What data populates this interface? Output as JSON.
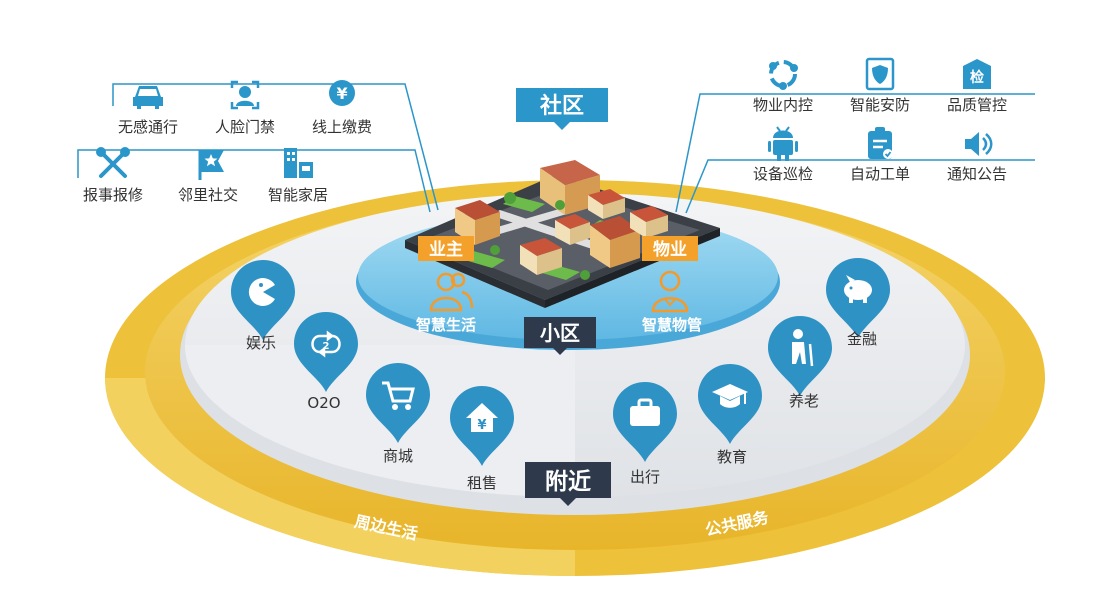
{
  "colors": {
    "accent_blue": "#2b96c9",
    "pin_blue": "#2f92c5",
    "gold": "#eec13a",
    "gold_dark": "#e2ad1c",
    "orange": "#f39a2b",
    "dark_tag": "#2e3a4b",
    "light_blue_disk": "#8fd2ef",
    "grey_disk": "#e7e9ec"
  },
  "tags": {
    "community": "社区",
    "xiaoqu": "小区",
    "nearby": "附近",
    "owner": "业主",
    "property": "物业",
    "smart_life": "智慧生活",
    "smart_property": "智慧物管"
  },
  "ring": {
    "left": "周边生活",
    "right": "公共服务"
  },
  "owner_services": [
    {
      "label": "无感通行",
      "icon": "car-icon"
    },
    {
      "label": "人脸门禁",
      "icon": "face-scan-icon"
    },
    {
      "label": "线上缴费",
      "icon": "yuan-pay-icon"
    },
    {
      "label": "报事报修",
      "icon": "tools-icon"
    },
    {
      "label": "邻里社交",
      "icon": "flag-star-icon"
    },
    {
      "label": "智能家居",
      "icon": "smart-home-icon"
    }
  ],
  "property_services": [
    {
      "label": "物业内控",
      "icon": "network-icon"
    },
    {
      "label": "智能安防",
      "icon": "security-icon"
    },
    {
      "label": "品质管控",
      "icon": "inspect-icon"
    },
    {
      "label": "设备巡检",
      "icon": "robot-icon"
    },
    {
      "label": "自动工单",
      "icon": "clipboard-icon"
    },
    {
      "label": "通知公告",
      "icon": "speaker-icon"
    }
  ],
  "nearby_left": [
    {
      "label": "娱乐",
      "icon": "pacman-icon"
    },
    {
      "label": "O2O",
      "icon": "o2o-icon"
    },
    {
      "label": "商城",
      "icon": "cart-icon"
    },
    {
      "label": "租售",
      "icon": "house-yuan-icon"
    }
  ],
  "nearby_right": [
    {
      "label": "出行",
      "icon": "briefcase-icon"
    },
    {
      "label": "教育",
      "icon": "graduation-cap-icon"
    },
    {
      "label": "养老",
      "icon": "elderly-icon"
    },
    {
      "label": "金融",
      "icon": "piggy-bank-icon"
    }
  ]
}
